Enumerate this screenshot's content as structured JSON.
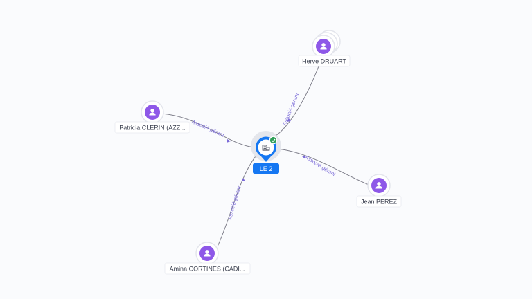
{
  "company": {
    "label": "LE 2",
    "icon": "company-building-icon",
    "status_icon": "verified-check-icon",
    "accent_color": "#1577f2",
    "status_color": "#2e9e57"
  },
  "people": [
    {
      "id": "herve",
      "label": "Herve DRUART",
      "icon": "person-icon",
      "stacked": true
    },
    {
      "id": "patricia",
      "label": "Patricia CLERIN (AZZ...",
      "icon": "person-icon",
      "stacked": false
    },
    {
      "id": "jean",
      "label": "Jean PEREZ",
      "icon": "person-icon",
      "stacked": false
    },
    {
      "id": "amina",
      "label": "Amina CORTINES (CADI...",
      "icon": "person-icon",
      "stacked": false
    }
  ],
  "relations": [
    {
      "from": "herve",
      "label": "Associé-gérant"
    },
    {
      "from": "patricia",
      "label": "Associé-gérant"
    },
    {
      "from": "jean",
      "label": "Associé-gérant"
    },
    {
      "from": "amina",
      "label": "Associé-gérant"
    }
  ],
  "colors": {
    "person_accent": "#8e58e8",
    "relation_label": "#7b6bd8",
    "edge": "#7e7e8a",
    "background": "#fafbfd"
  }
}
